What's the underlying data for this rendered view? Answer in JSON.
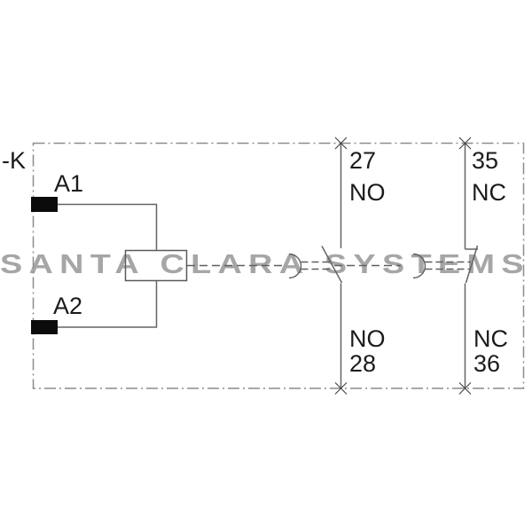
{
  "watermark": {
    "text": "SANTA CLARA SYSTEMS",
    "color": "#a6a6a6"
  },
  "device": {
    "reference": "-K"
  },
  "coil": {
    "terminal_a1": "A1",
    "terminal_a2": "A2"
  },
  "contacts": [
    {
      "type": "normally-open",
      "top_terminal": "27",
      "top_label": "NO",
      "bottom_label": "NO",
      "bottom_terminal": "28"
    },
    {
      "type": "normally-closed",
      "top_terminal": "35",
      "top_label": "NC",
      "bottom_label": "NC",
      "bottom_terminal": "36"
    }
  ],
  "colors": {
    "line": "#646464",
    "border": "#8c8c8c",
    "terminal_block": "#0b0b0b",
    "text": "#1b1b1b",
    "watermark": "#a6a6a6"
  }
}
